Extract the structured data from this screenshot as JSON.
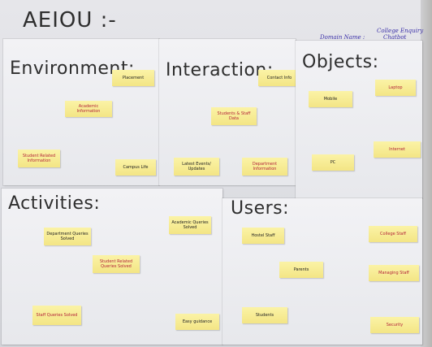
{
  "board": {
    "title": "AEIOU :-",
    "domain": {
      "line1": "Domain Name :",
      "line2": "College Enquiry",
      "line3": "Chatbot"
    }
  },
  "sections": {
    "environment": {
      "heading": "Environment:",
      "notes": [
        "Placement",
        "Academic Information",
        "Student Related Information",
        "Campus Life"
      ]
    },
    "interaction": {
      "heading": "Interaction:",
      "notes": [
        "Contact Info",
        "Students & Staff Data",
        "Latest Events/ Updates",
        "Department Information"
      ]
    },
    "objects": {
      "heading": "Objects:",
      "notes": [
        "Laptop",
        "Mobile",
        "Internet",
        "PC"
      ]
    },
    "activities": {
      "heading": "Activities:",
      "notes": [
        "Academic Queries Solved",
        "Department Queries Solved",
        "Student Related Queries Solved",
        "Staff Queries Solved",
        "Easy guidance"
      ]
    },
    "users": {
      "heading": "Users:",
      "notes": [
        "Hostel Staff",
        "College Staff",
        "Parents",
        "Managing Staff",
        "Students",
        "Security"
      ]
    }
  },
  "colors": {
    "note": "#f6ea8f",
    "ink": "#2e2e2e",
    "domain_ink": "#3a2fa8",
    "red_ink": "#b3243a"
  }
}
